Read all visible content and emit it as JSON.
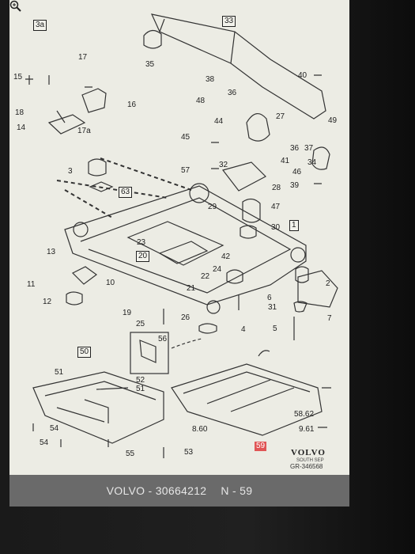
{
  "callouts": [
    "3a",
    "35",
    "33",
    "17",
    "15",
    "16",
    "18",
    "14",
    "17a",
    "38",
    "40",
    "36",
    "48",
    "27",
    "44",
    "49",
    "45",
    "36",
    "37",
    "41",
    "34",
    "32",
    "46",
    "3",
    "63",
    "57",
    "28",
    "39",
    "29",
    "47",
    "30",
    "1",
    "23",
    "20",
    "13",
    "42",
    "24",
    "22",
    "11",
    "10",
    "21",
    "2",
    "12",
    "6",
    "19",
    "26",
    "31",
    "25",
    "4",
    "5",
    "7",
    "56",
    "50",
    "51",
    "52",
    "51",
    "53",
    "54",
    "54",
    "55",
    "8.60",
    "58.62",
    "9.61",
    "59"
  ],
  "brand": {
    "name": "VOLVO",
    "sub": "SOUTH SEP",
    "ref": "GR-346568"
  },
  "caption": {
    "part": "VOLVO - 30664212",
    "page": "N - 59"
  },
  "icons": {
    "zoom": "magnifier-icon"
  }
}
